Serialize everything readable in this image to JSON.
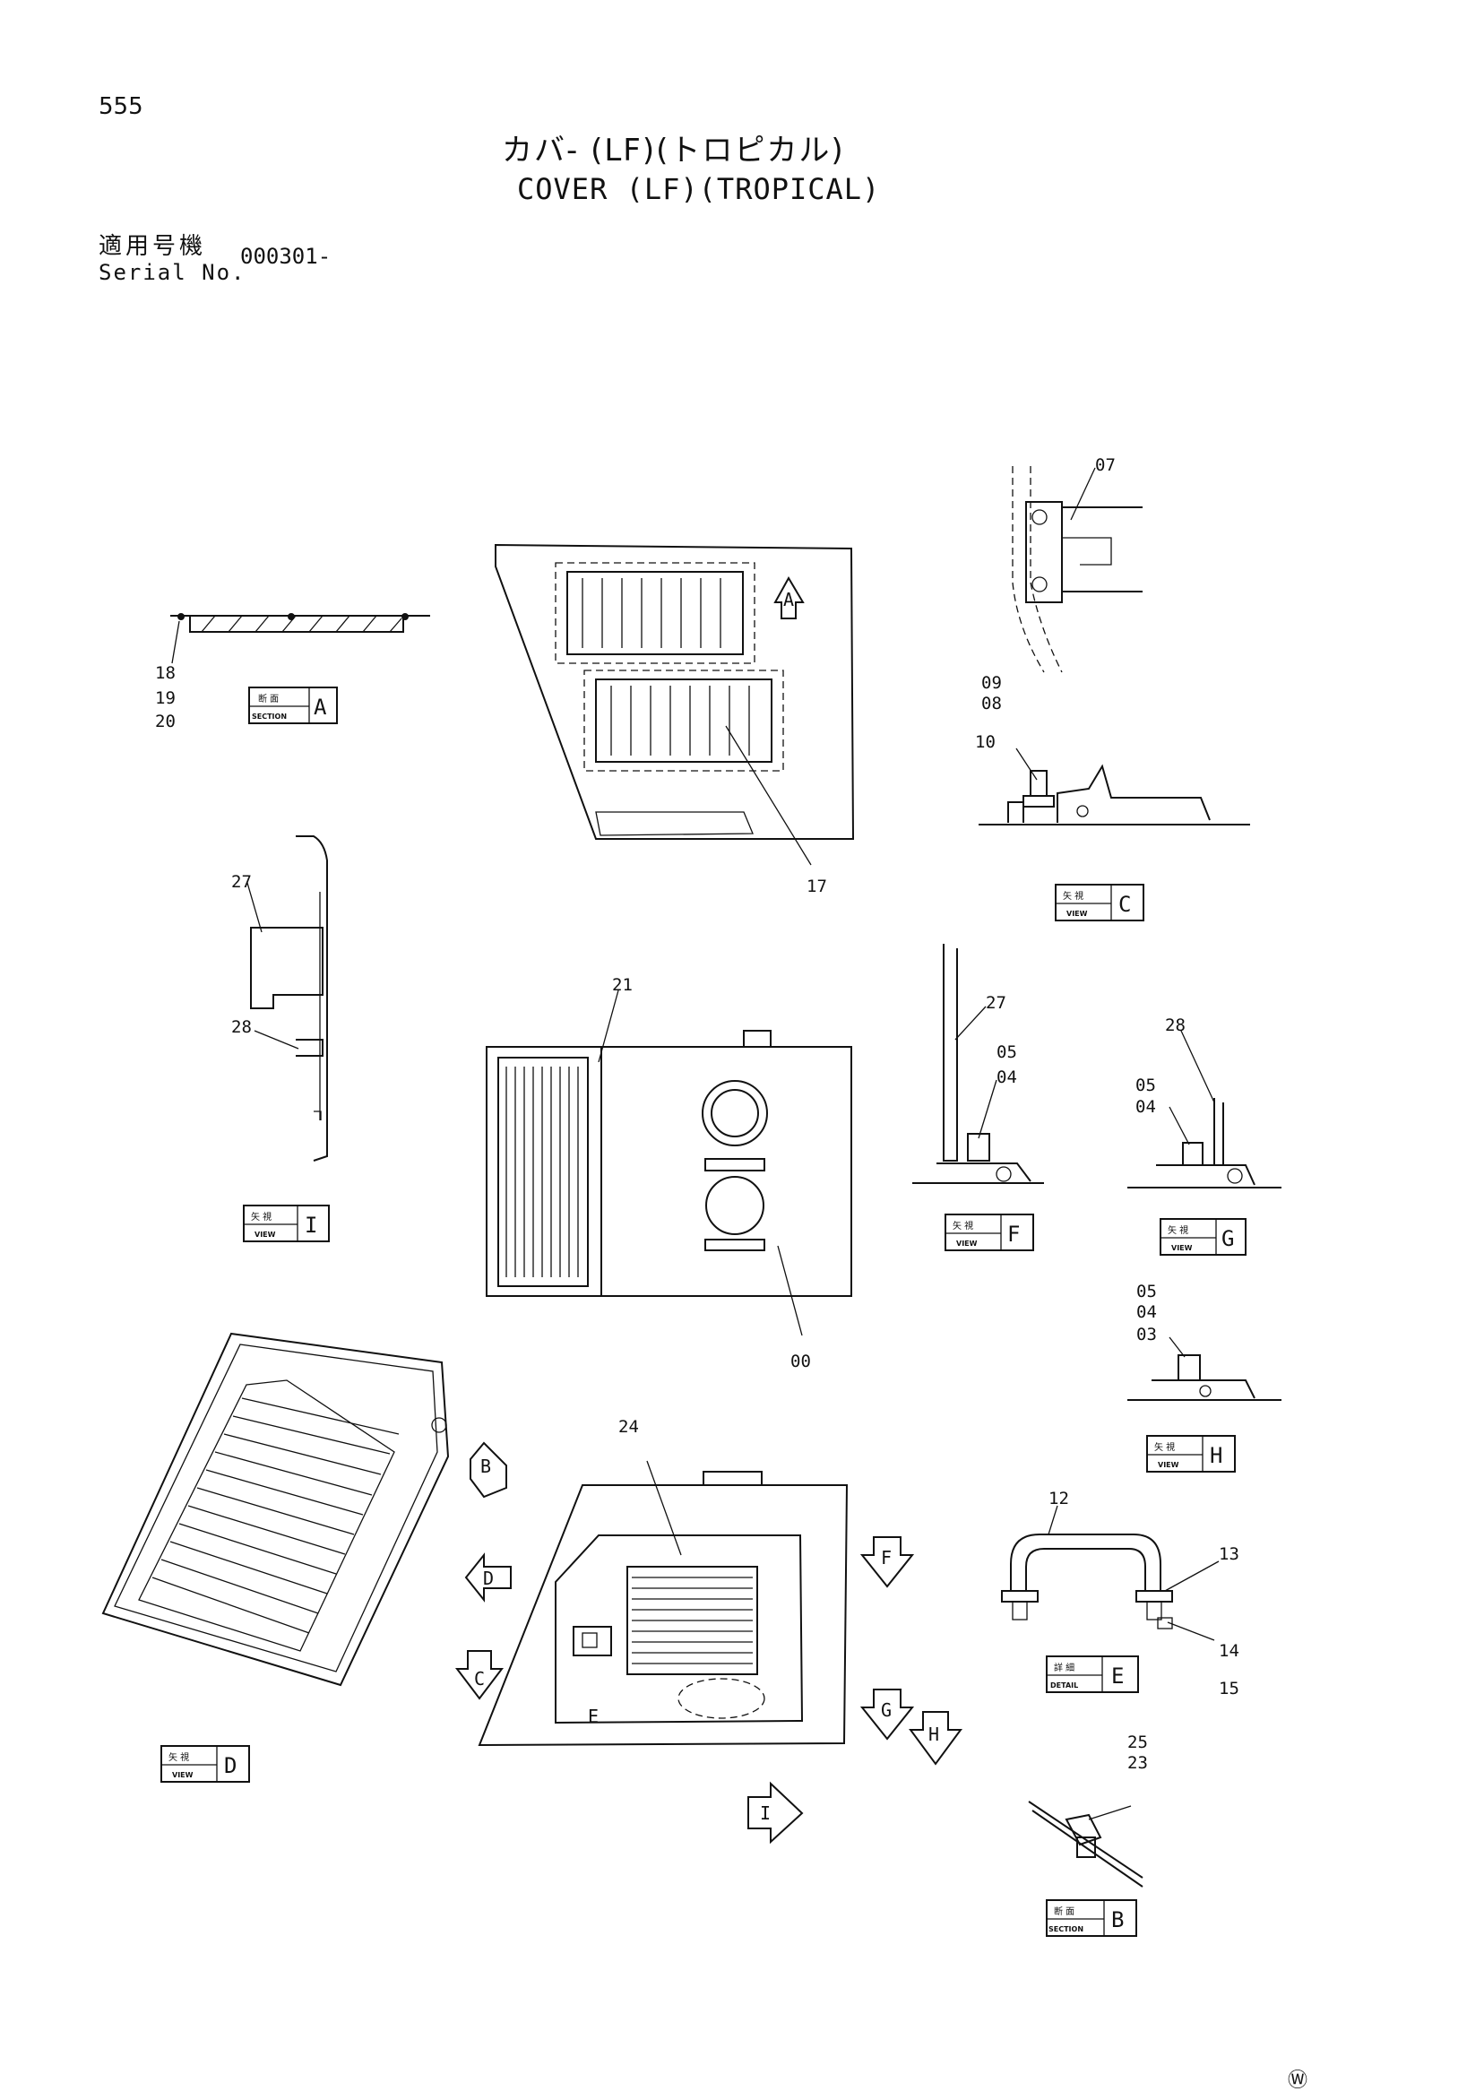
{
  "header": {
    "page_number": "555",
    "title_jp": "カバ- (LF)(トロピカル)",
    "title_en": "COVER (LF)(TROPICAL)",
    "serial_label_jp": "適用号機",
    "serial_label_en": "Serial No.",
    "serial_value": "000301-"
  },
  "part_labels": {
    "p00": "00",
    "p03": "03",
    "p04": "04",
    "p05": "05",
    "p07": "07",
    "p08": "08",
    "p09": "09",
    "p10": "10",
    "p12": "12",
    "p13": "13",
    "p14": "14",
    "p15": "15",
    "p17": "17",
    "p18": "18",
    "p19": "19",
    "p20": "20",
    "p21": "21",
    "p23": "23",
    "p24": "24",
    "p25": "25",
    "p27": "27",
    "p28": "28"
  },
  "tags": {
    "section_a": {
      "top": "断 面",
      "sub": "SECTION",
      "letter": "A"
    },
    "section_b": {
      "top": "断 面",
      "sub": "SECTION",
      "letter": "B"
    },
    "view_c": {
      "top": "矢 視",
      "sub": "VIEW",
      "letter": "C"
    },
    "view_d": {
      "top": "矢 視",
      "sub": "VIEW",
      "letter": "D"
    },
    "detail_e": {
      "top": "詳 細",
      "sub": "DETAIL",
      "letter": "E"
    },
    "view_f": {
      "top": "矢 視",
      "sub": "VIEW",
      "letter": "F"
    },
    "view_g": {
      "top": "矢 視",
      "sub": "VIEW",
      "letter": "G"
    },
    "view_h": {
      "top": "矢 視",
      "sub": "VIEW",
      "letter": "H"
    },
    "view_i": {
      "top": "矢 視",
      "sub": "VIEW",
      "letter": "I"
    }
  },
  "view_arrows": {
    "a": "A",
    "b": "B",
    "c": "C",
    "d": "D",
    "e": "E",
    "f": "F",
    "g": "G",
    "h": "H",
    "i": "I"
  },
  "footer": {
    "mark": "Ⓦ"
  }
}
